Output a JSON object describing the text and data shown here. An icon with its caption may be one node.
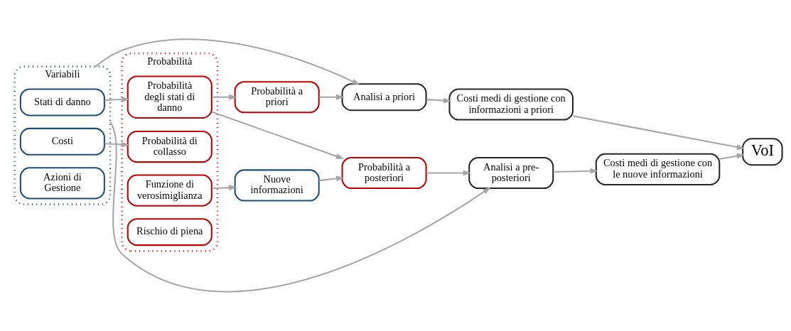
{
  "diagram": {
    "nodes": [
      {
        "text": [
          "Variabili"
        ]
      },
      {
        "text": [
          "Stati di danno"
        ],
        "in": 0
      },
      {
        "text": [
          "Costi"
        ],
        "in": 0
      },
      {
        "text": [
          "Azioni di Gestione"
        ],
        "in": 0
      },
      {
        "text": [
          "Probabilità"
        ]
      },
      {
        "text": [
          "Probabilità degli stati di danno"
        ],
        "in": 4
      },
      {
        "text": [
          "Probabilità di collasso"
        ],
        "in": 4
      },
      {
        "text": [
          "Funzione di verosimiglianza"
        ],
        "in": 4
      },
      {
        "text": [
          "Rischio di piena"
        ],
        "in": 4
      },
      {
        "text": [
          "Probabilità a priori"
        ]
      },
      {
        "text": [
          "Probabilità a posteriori"
        ]
      },
      {
        "text": [
          "Nuove informazioni"
        ]
      },
      {
        "text": [
          "Analisi a priori"
        ]
      },
      {
        "text": [
          "Analisi a pre-posteriori"
        ]
      },
      {
        "text": [
          "Costi medi di gestione con informazioni a priori"
        ]
      },
      {
        "text": [
          "Costi medi di gestione con le nuove informazioni"
        ]
      },
      {
        "text": [
          "VoI"
        ]
      }
    ],
    "edges": [
      {
        "from": 1,
        "to": 5,
        "arrow": "to"
      },
      {
        "from": 2,
        "to": 6,
        "arrow": "to"
      },
      {
        "from": 7,
        "to": 11,
        "arrow": "to"
      },
      {
        "from": 11,
        "to": 10,
        "arrow": "to"
      },
      {
        "from": 5,
        "to": 9,
        "arrow": "to"
      },
      {
        "from": 5,
        "to": 10,
        "arrow": "to"
      },
      {
        "from": 9,
        "to": 12,
        "arrow": "to"
      },
      {
        "from": 10,
        "to": 13,
        "arrow": "to"
      },
      {
        "from": 12,
        "to": 14,
        "arrow": "to"
      },
      {
        "from": 13,
        "to": 15,
        "arrow": "to"
      },
      {
        "from": 14,
        "to": 16,
        "arrow": "to"
      },
      {
        "from": 15,
        "to": 16,
        "arrow": "to"
      },
      {
        "from": 0,
        "to": 12,
        "arrow": "to"
      },
      {
        "from": 0,
        "to": 13,
        "arrow": "to"
      }
    ]
  }
}
